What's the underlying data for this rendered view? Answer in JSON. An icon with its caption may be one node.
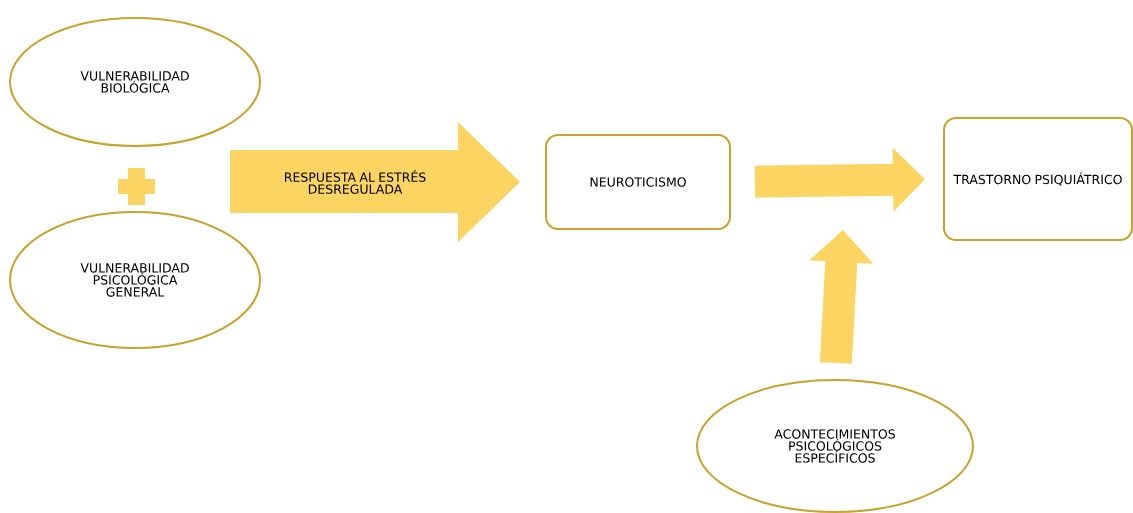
{
  "diagram": {
    "nodes": [
      {
        "text": [
          "VULNERABILIDAD BIOLÓGICA"
        ]
      },
      {
        "text": [
          "VULNERABILIDAD PSICOLÓGICA GENERAL"
        ]
      },
      {
        "text": [
          "RESPUESTA AL ESTRÉS DESREGULADA"
        ]
      },
      {
        "text": [
          "NEUROTICISMO"
        ]
      },
      {
        "text": [
          "TRASTORNO PSIQUIÁTRICO"
        ]
      },
      {
        "text": [
          "ACONTECIMIENTOS PSICOLÓGICOS ESPECÍFICOS"
        ]
      }
    ],
    "edges": [
      {
        "from": 3,
        "to": 4,
        "arrow": "to"
      },
      {
        "from": 5,
        "to": null,
        "arrow": "to"
      }
    ]
  }
}
